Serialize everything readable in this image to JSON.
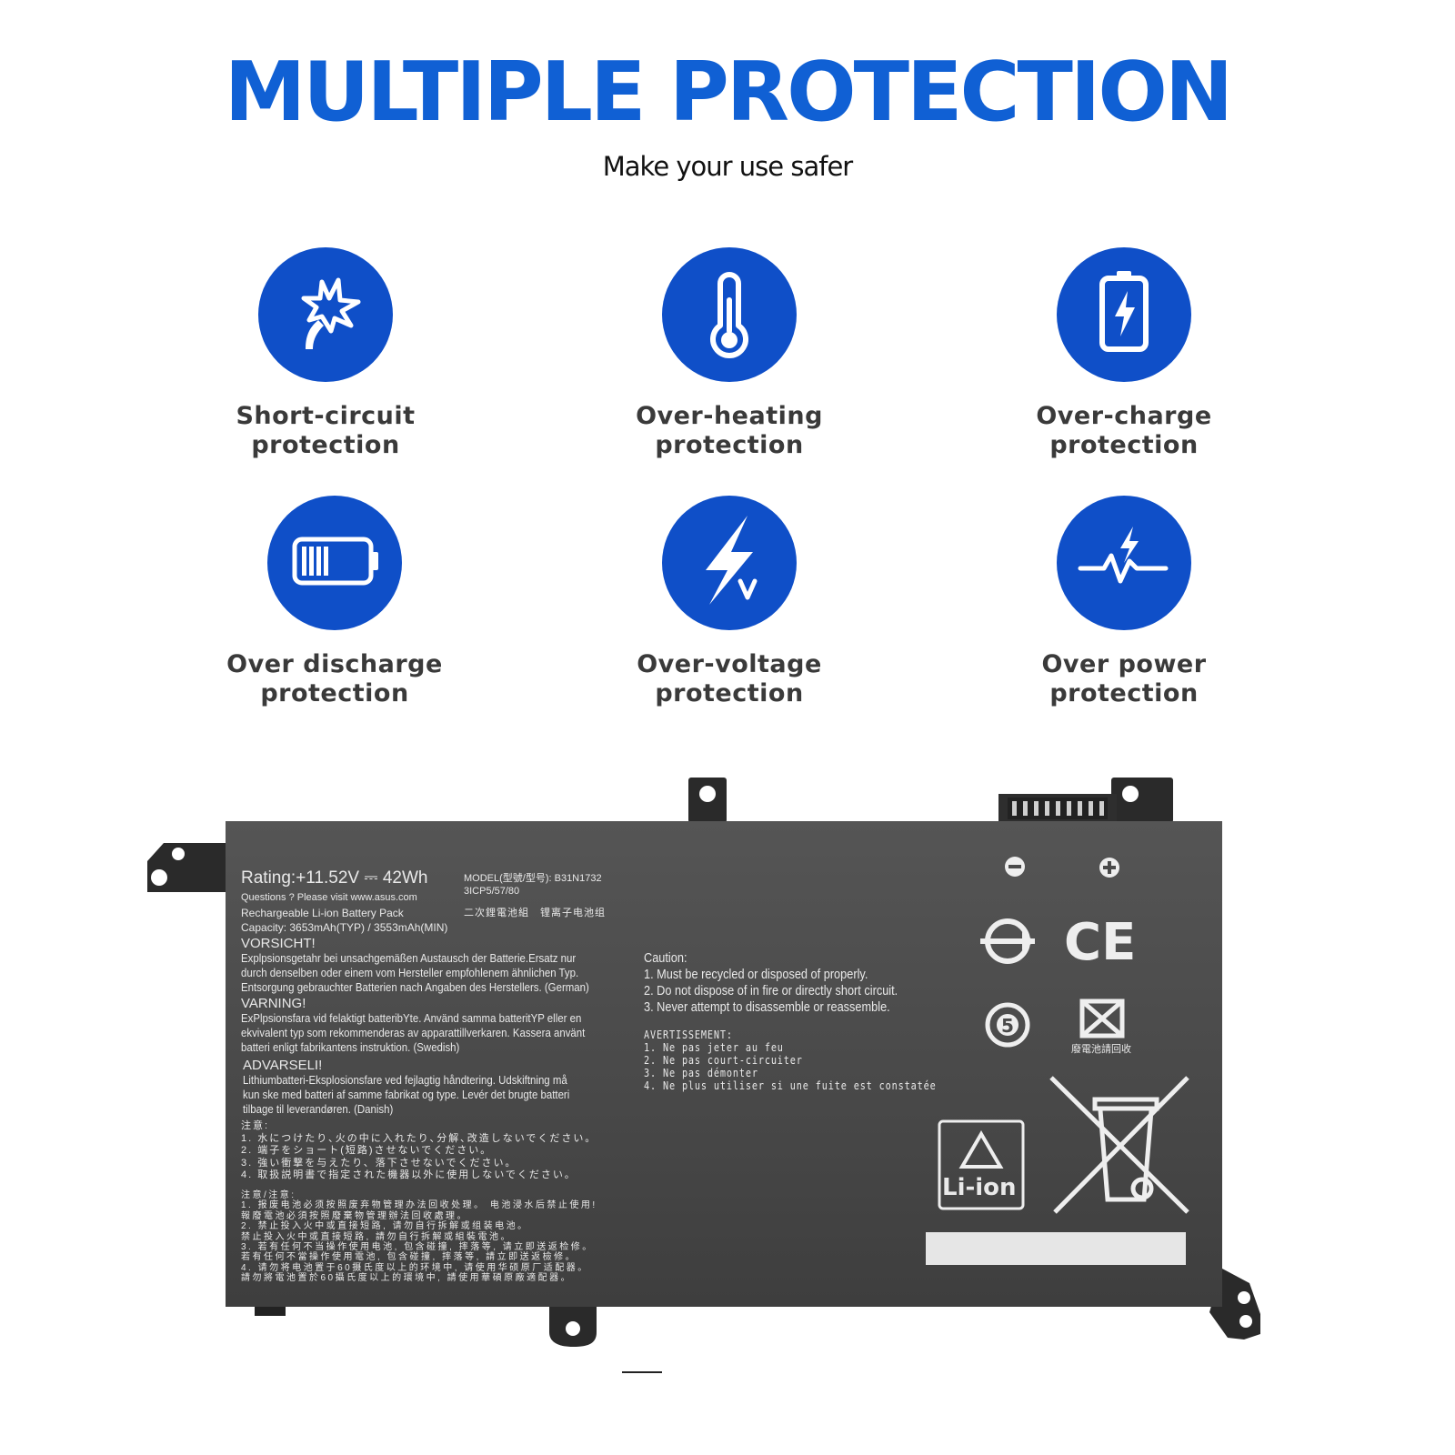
{
  "header": {
    "title": "MULTIPLE PROTECTION",
    "subtitle": "Make your use safer"
  },
  "colors": {
    "accent": "#1060d4",
    "icon_circle": "#0f4fc8",
    "battery_body": "#4a4a4a"
  },
  "features": [
    {
      "line1": "Short-circuit",
      "line2": "protection",
      "icon": "spark-icon"
    },
    {
      "line1": "Over-heating",
      "line2": "protection",
      "icon": "thermometer-icon"
    },
    {
      "line1": "Over-charge",
      "line2": "protection",
      "icon": "battery-charge-icon"
    },
    {
      "line1": "Over discharge",
      "line2": "protection",
      "icon": "battery-level-icon"
    },
    {
      "line1": "Over-voltage",
      "line2": "protection",
      "icon": "lightning-voltage-icon"
    },
    {
      "line1": "Over power",
      "line2": "protection",
      "icon": "pulse-icon"
    }
  ],
  "battery": {
    "rating": "Rating:+11.52V ⎓ 42Wh",
    "questions": "Questions ? Please visit www.asus.com",
    "pack_type": "Rechargeable Li-ion Battery Pack",
    "capacity": "Capacity: 3653mAh(TYP) / 3553mAh(MIN)",
    "model": "MODEL(型號/型号): B31N1732\n3ICP5/57/80",
    "cn_type": "二次鋰電池組　锂离子电池组",
    "vorsicht_title": "VORSICHT!",
    "vorsicht_body": "Explpsionsgetahr bei unsachgemäßen Austausch der Batterie.Ersatz nur\ndurch denselben oder einem vom Hersteller empfohlenem ähnlichen Typ.\nEntsorgung gebrauchter Batterien nach Angaben des Herstellers. (German)",
    "varning_title": "VARNING!",
    "varning_body": "ExPlpsionsfara vid felaktigt batteribYte. Använd samma batteritYP eller en\nekvivalent typ som rekommenderas av apparattillverkaren. Kassera använt\nbatteri enligt fabrikantens instruktion. (Swedish)",
    "advarseli_title": "ADVARSELI!",
    "advarseli_body": "Lithiumbatteri-Eksplosionsfare ved fejlagtig håndtering. Udskiftning må\nkun ske med batteri af samme fabrikat og type. Levér det brugte batteri\ntilbage til leverandøren. (Danish)",
    "jp_notes": "注意:\n1. 水につけたり､火の中に入れたり､分解､改造しないでください｡\n2. 端子をショート(短路)させないでください｡\n3. 強い衝撃を与えたり、落下させないでください｡\n4. 取扱説明書で指定された機器以外に使用しないでください｡",
    "zh_notes": "注意/注意:\n1. 报废电池必须按照废弃物管理办法回收处理。 电池浸水后禁止使用!\n   報廢電池必須按照廢棄物管理辦法回收處理。\n2. 禁止投入火中或直接短路, 请勿自行拆解或组装电池。\n   禁止投入火中或直接短路, 請勿自行拆解或組裝電池。\n3. 若有任何不当操作使用电池, 包含碰撞, 摔落等, 请立即送返检修。\n   若有任何不當操作使用電池, 包含碰撞, 摔落等, 請立即送返檢修。\n4. 请勿将电池置于60摄氏度以上的环境中, 请使用华硕原厂适配器。\n   請勿將電池置於60攝氏度以上的環境中, 請使用華碩原廠適配器。",
    "caution": "Caution:\n1. Must be recycled or disposed of properly.\n2. Do not dispose of in fire or directly short circuit.\n3. Never attempt to disassemble or reassemble.",
    "avertissement": "AVERTISSEMENT:\n1. Ne pas jeter au feu\n2. Ne pas court-circuiter\n3. Ne pas démonter\n4. Ne plus utiliser si une fuite est constatée",
    "recycle_cn": "廢電池請回收",
    "liion_label": "Li-ion",
    "ce_mark": "CE",
    "epa_number": "5"
  }
}
